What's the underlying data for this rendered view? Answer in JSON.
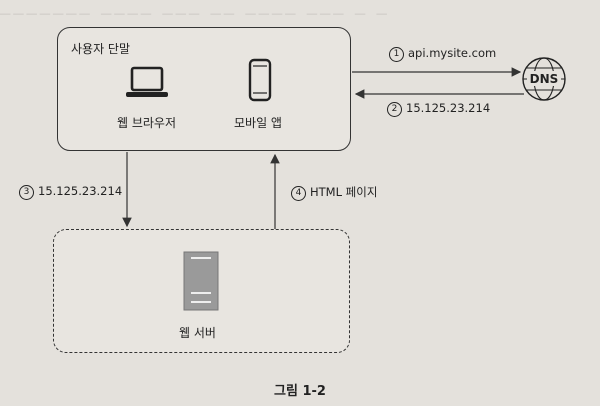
{
  "client": {
    "title": "사용자 단말",
    "browser_label": "웹 브라우저",
    "mobile_label": "모바일 앱"
  },
  "dns": {
    "label": "DNS"
  },
  "server": {
    "label": "웹 서버"
  },
  "steps": [
    {
      "num": "1",
      "text": "api.mysite.com"
    },
    {
      "num": "2",
      "text": "15.125.23.214"
    },
    {
      "num": "3",
      "text": "15.125.23.214"
    },
    {
      "num": "4",
      "text": "HTML 페이지"
    }
  ],
  "caption": "그림 1-2",
  "colors": {
    "line": "#333333",
    "background": "#e4e1dc"
  }
}
